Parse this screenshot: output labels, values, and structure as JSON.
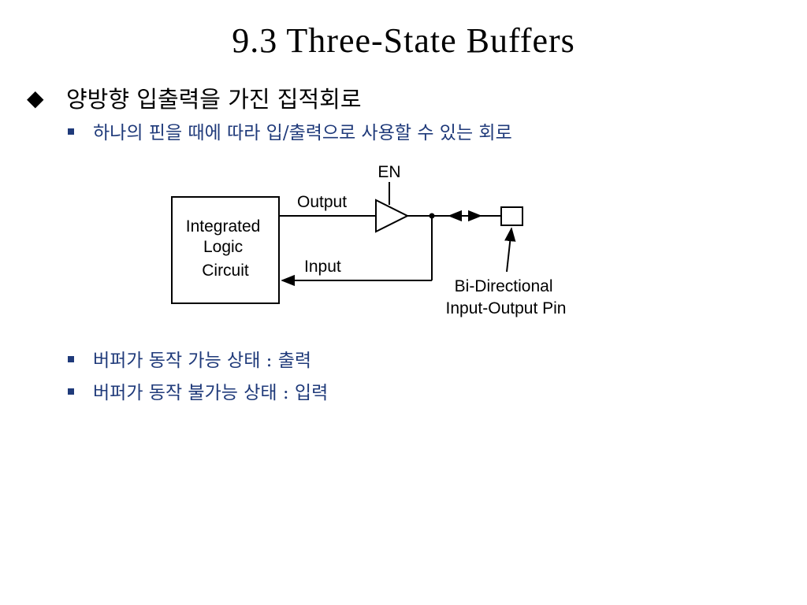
{
  "slide": {
    "title": "9.3 Three-State Buffers"
  },
  "bullets": {
    "main": {
      "marker": "◆",
      "text": "양방향 입출력을 가진 집적회로"
    },
    "sub": [
      "하나의 핀을 때에 따라 입/출력으로 사용할 수 있는 회로",
      "버퍼가 동작 가능 상태 : 출력",
      "버퍼가 동작 불가능 상태 : 입력"
    ]
  },
  "diagram": {
    "ic_label_lines": [
      "Integrated",
      "Logic",
      "Circuit"
    ],
    "output_label": "Output",
    "input_label": "Input",
    "enable_label": "EN",
    "pin_label_lines": [
      "Bi-Directional",
      "Input-Output Pin"
    ]
  },
  "colors": {
    "title_text": "#000000",
    "sub_bullet_text": "#1f3a7a",
    "diagram_line": "#000000"
  }
}
